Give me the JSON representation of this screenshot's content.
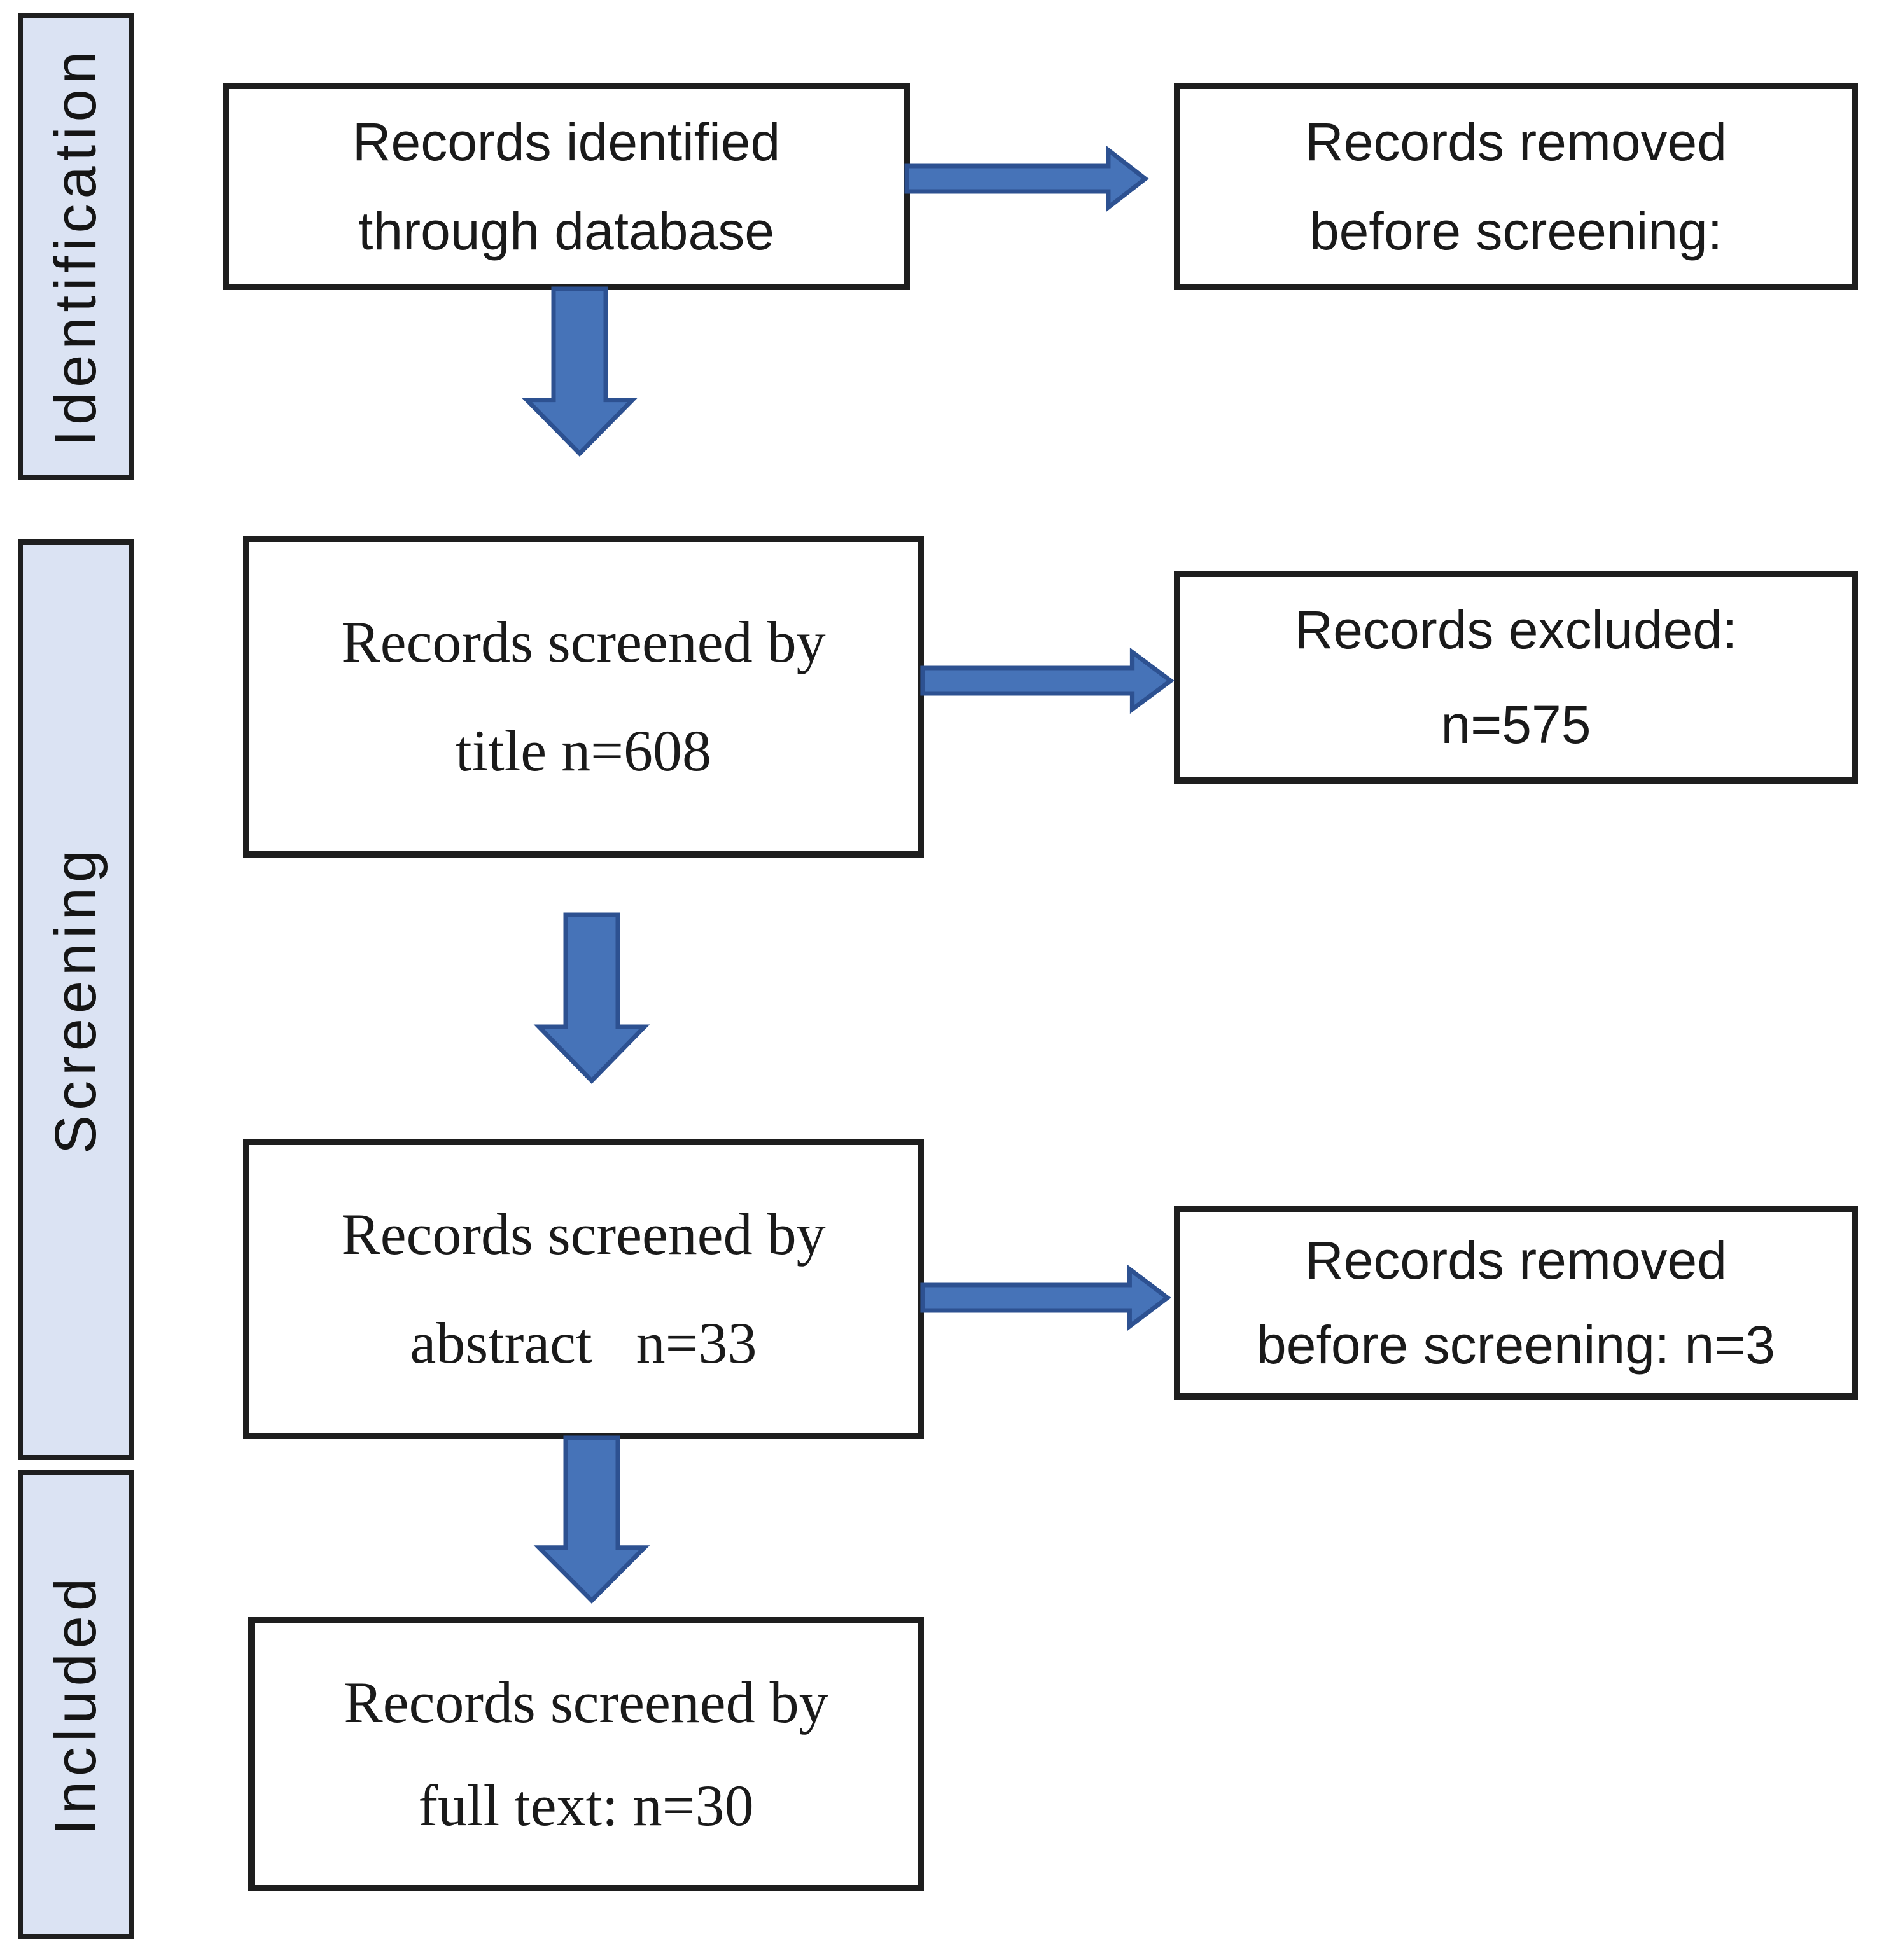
{
  "figure": {
    "kind": "prisma-style-flow-diagram"
  },
  "colors": {
    "arrow_fill": "#4673B8",
    "arrow_border": "#2D5191",
    "sidebar_fill": "#DBE3F3",
    "sidebar_border": "#1F1F1F",
    "box_border": "#1E1E1E",
    "box_fill": "#FFFFFF",
    "text": "#1A1A1A"
  },
  "sidebar": {
    "stages": [
      {
        "label": "Identification"
      },
      {
        "label": "Screening"
      },
      {
        "label": "Included"
      }
    ]
  },
  "boxes": {
    "identified": {
      "lines": [
        "Records identified",
        "through database"
      ]
    },
    "removed_before_screening": {
      "lines": [
        "Records removed",
        "before screening:"
      ]
    },
    "screened_title": {
      "lines": [
        "Records screened by",
        "title n=608"
      ]
    },
    "excluded": {
      "lines": [
        "Records excluded:",
        "n=575"
      ]
    },
    "screened_abstract": {
      "lines": [
        "Records screened by",
        "abstract   n=33"
      ]
    },
    "removed_before_screening_2": {
      "lines": [
        "Records removed",
        "before screening: n=3"
      ]
    },
    "screened_fulltext": {
      "lines": [
        "Records screened by",
        "full text: n=30"
      ]
    }
  }
}
